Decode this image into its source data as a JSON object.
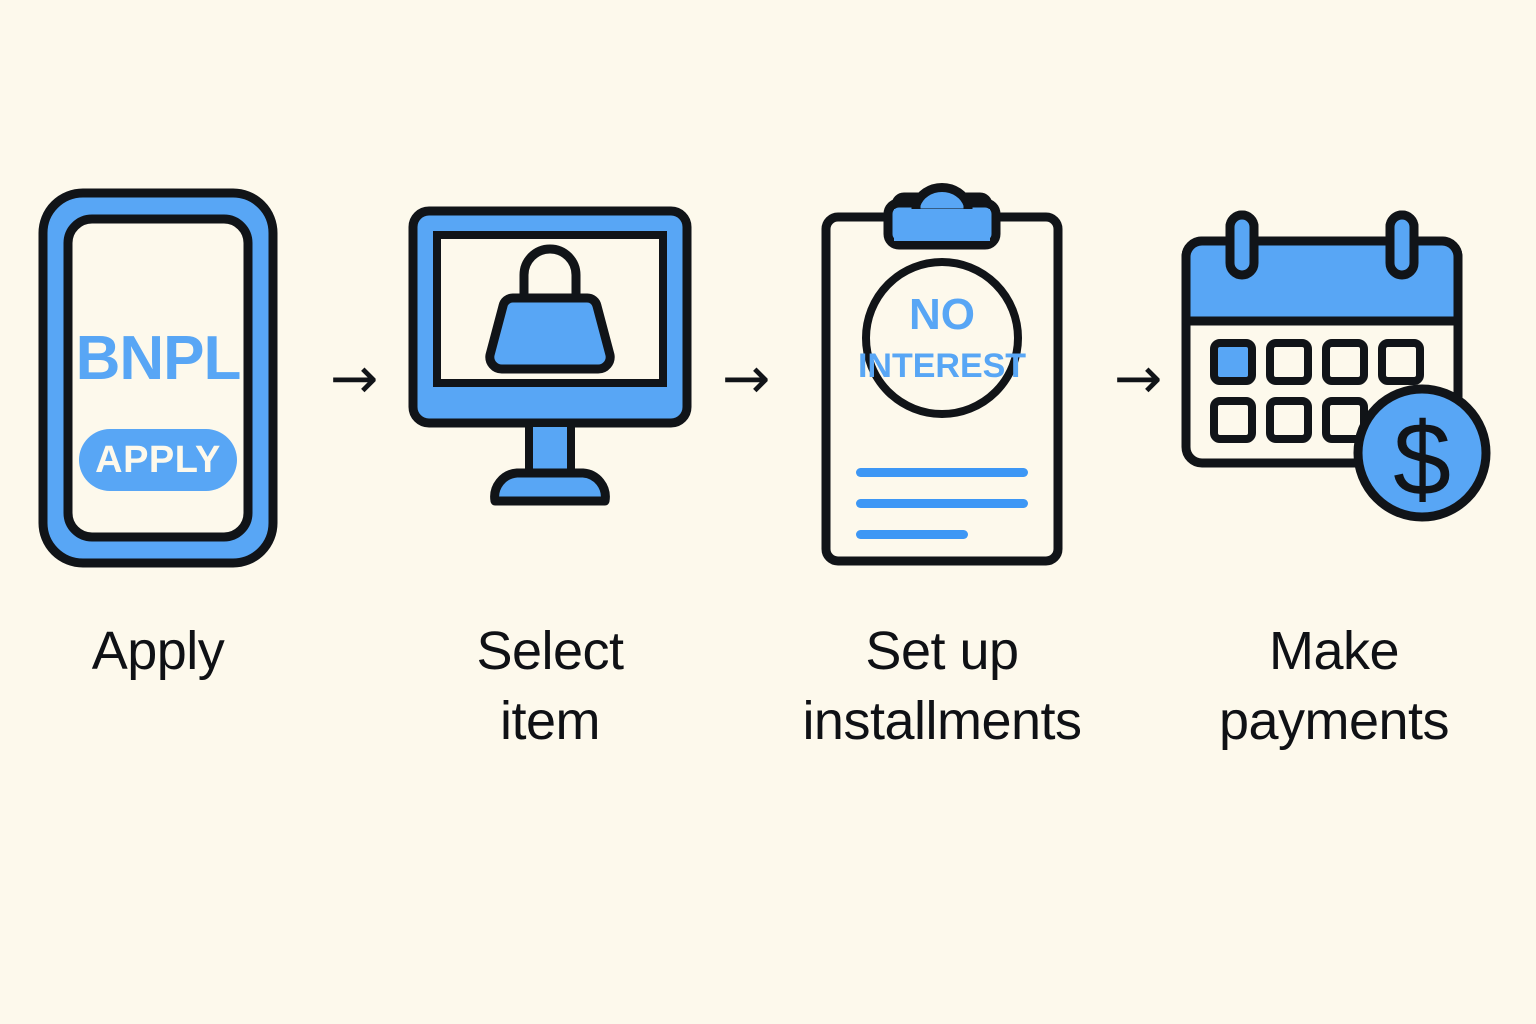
{
  "diagram": {
    "type": "process-flow",
    "title_visible": false,
    "background_color": "#fdf9ec",
    "accent_color": "#58a6f5",
    "line_color": "#111418",
    "arrow_glyph": "→",
    "arrow_name": "right-arrow-icon",
    "steps": [
      {
        "id": "apply",
        "label": "Apply",
        "icon": "smartphone-icon",
        "screen_text": "BNPL",
        "button_text": "APPLY"
      },
      {
        "id": "select-item",
        "label": "Select\nitem",
        "icon": "desktop-monitor-icon",
        "screen_content": "handbag-icon"
      },
      {
        "id": "set-up-installments",
        "label": "Set up\ninstallments",
        "icon": "clipboard-icon",
        "badge_line_1": "NO",
        "badge_line_2": "INTEREST",
        "document_lines": 3
      },
      {
        "id": "make-payments",
        "label": "Make\npayments",
        "icon": "calendar-icon",
        "coin_symbol": "$",
        "day_cells_row_1": 4,
        "day_cells_row_2": 3,
        "highlighted_cell_index": 0
      }
    ]
  }
}
